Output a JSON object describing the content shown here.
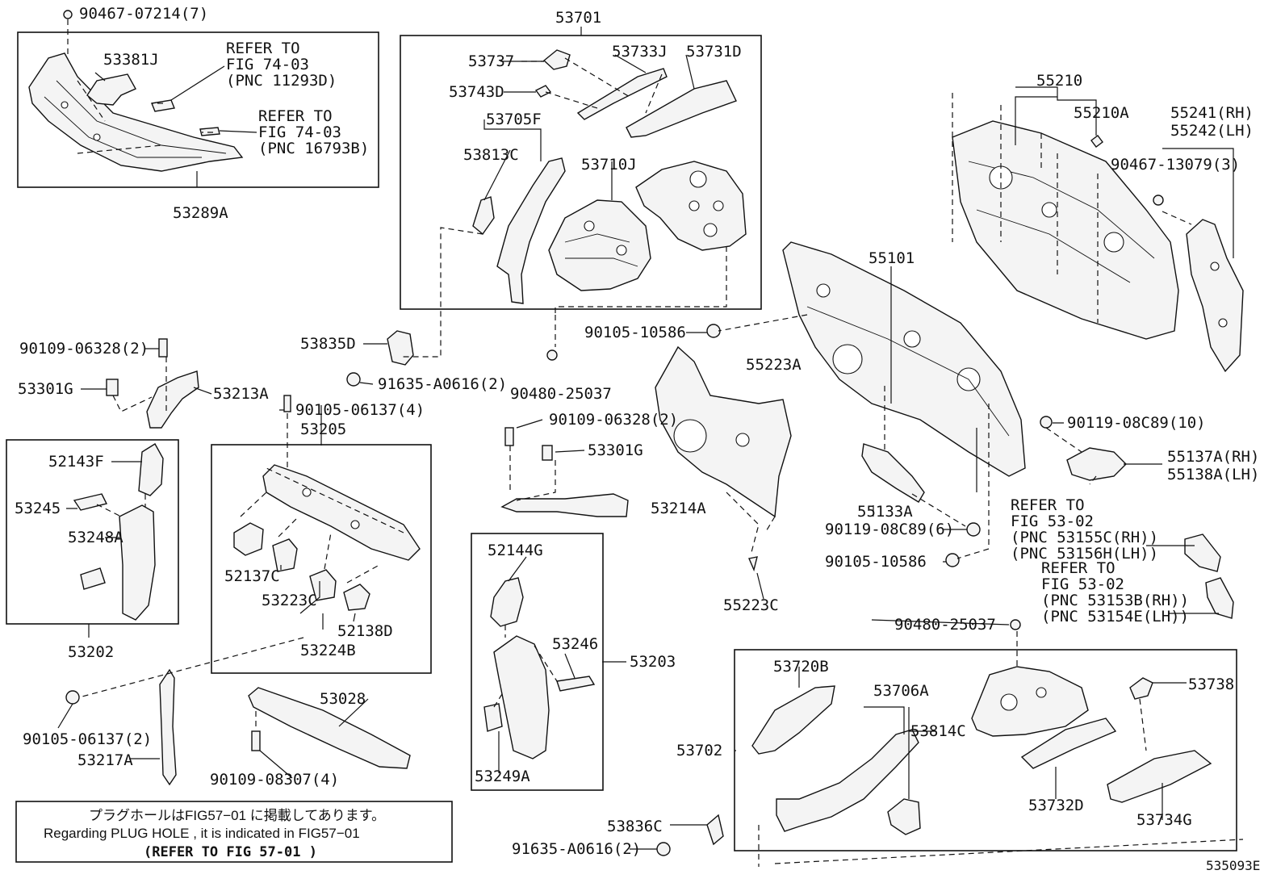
{
  "labels": {
    "p90467_07214": "90467-07214(7)",
    "p53381J": "53381J",
    "ref74_a1": "REFER TO",
    "ref74_a2": "FIG 74-03",
    "ref74_a3": "(PNC 11293D)",
    "ref74_b1": "REFER TO",
    "ref74_b2": "FIG 74-03",
    "ref74_b3": "(PNC 16793B)",
    "p53289A": "53289A",
    "p53701": "53701",
    "p53737": "53737",
    "p53733J": "53733J",
    "p53731D": "53731D",
    "p53743D": "53743D",
    "p53705F": "53705F",
    "p53813C": "53813C",
    "p53710J": "53710J",
    "p55210": "55210",
    "p55210A": "55210A",
    "p55241": "55241(RH)",
    "p55242": "55242(LH)",
    "p90467_13079": "90467-13079(3)",
    "p55101": "55101",
    "p90105_10586_a": "90105-10586",
    "p90109_06328_a": "90109-06328(2)",
    "p53835D": "53835D",
    "p53301G_a": "53301G",
    "p53213A": "53213A",
    "p91635_a": "91635-A0616(2)",
    "p90480_25037_a": "90480-25037",
    "p55223A": "55223A",
    "p90105_06137_4": "90105-06137(4)",
    "p53205": "53205",
    "p90109_06328_b": "90109-06328(2)",
    "p53301G_b": "53301G",
    "p90119_08C89_10": "90119-08C89(10)",
    "p55137A": "55137A(RH)",
    "p55138A": "55138A(LH)",
    "p52143F": "52143F",
    "p53245": "53245",
    "p53248A": "53248A",
    "p52137C": "52137C",
    "p53223C": "53223C",
    "p53224B": "53224B",
    "p52138D": "52138D",
    "p53214A": "53214A",
    "p55133A": "55133A",
    "p90119_08C89_6": "90119-08C89(6)",
    "p90105_10586_b": "90105-10586",
    "p55223C": "55223C",
    "ref53_a1": "REFER TO",
    "ref53_a2": "FIG 53-02",
    "ref53_a3": "(PNC 53155C(RH))",
    "ref53_a4": "(PNC 53156H(LH))",
    "ref53_b1": "REFER TO",
    "ref53_b2": "FIG 53-02",
    "ref53_b3": "(PNC 53153B(RH))",
    "ref53_b4": "(PNC 53154E(LH))",
    "p53202": "53202",
    "p52144G": "52144G",
    "p53246": "53246",
    "p53203": "53203",
    "p90480_25037_b": "90480-25037",
    "p53720B": "53720B",
    "p53706A": "53706A",
    "p53738": "53738",
    "p53814C": "53814C",
    "p53702": "53702",
    "p53028": "53028",
    "p90105_06137_2": "90105-06137(2)",
    "p53217A": "53217A",
    "p90109_08307": "90109-08307(4)",
    "p53249A": "53249A",
    "p53732D": "53732D",
    "p53734G": "53734G",
    "p53836C": "53836C",
    "p91635_b": "91635-A0616(2)",
    "fig_code": "535093E"
  },
  "note": {
    "line1": "プラグホールはFIG57−01 に掲載してあります。",
    "line2": "Regarding PLUG HOLE , it is indicated in FIG57−01",
    "line3": "(REFER TO FIG 57-01  )"
  }
}
